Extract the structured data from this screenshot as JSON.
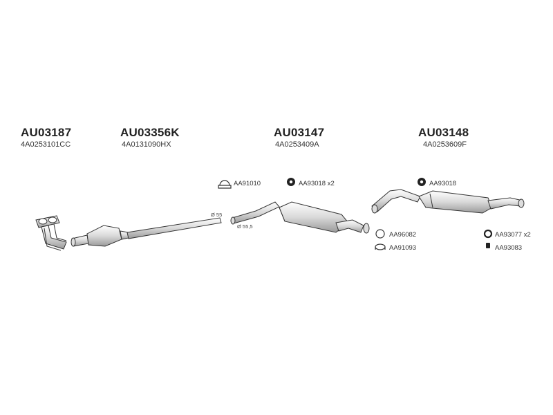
{
  "assemblies": [
    {
      "part_number": "AU03187",
      "oem_number": "4A0253101CC"
    },
    {
      "part_number": "AU03356K",
      "oem_number": "4A0131090HX"
    },
    {
      "part_number": "AU03147",
      "oem_number": "4A0253409A"
    },
    {
      "part_number": "AU03148",
      "oem_number": "4A0253609F"
    }
  ],
  "accessories": {
    "clamp_front": "AA91010",
    "hanger_mid": "AA93018 x2",
    "hanger_rear": "AA93018",
    "ring_mid": "AA96082",
    "clamp_mid": "AA91093",
    "ring_rear": "AA93077 x2",
    "rubber_rear": "AA93083"
  },
  "diameters": {
    "d55": "Ø 55",
    "d555": "Ø 55,5"
  }
}
